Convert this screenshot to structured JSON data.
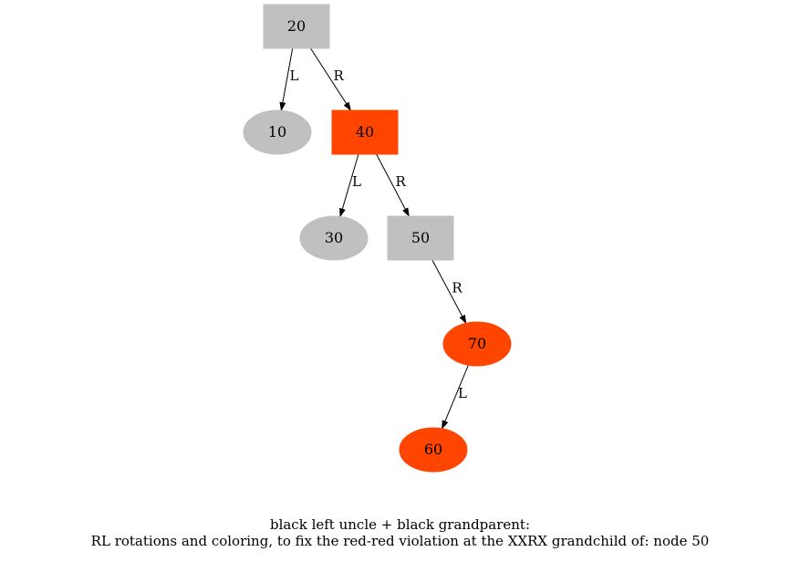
{
  "colors": {
    "black_node": "#c0c0c0",
    "red_node": "#ff4500",
    "edge": "#000000"
  },
  "nodes": [
    {
      "id": "20",
      "label": "20",
      "shape": "box",
      "color": "black_node"
    },
    {
      "id": "10",
      "label": "10",
      "shape": "ellipse",
      "color": "black_node"
    },
    {
      "id": "40",
      "label": "40",
      "shape": "box",
      "color": "red_node"
    },
    {
      "id": "30",
      "label": "30",
      "shape": "ellipse",
      "color": "black_node"
    },
    {
      "id": "50",
      "label": "50",
      "shape": "box",
      "color": "black_node"
    },
    {
      "id": "70",
      "label": "70",
      "shape": "ellipse",
      "color": "red_node"
    },
    {
      "id": "60",
      "label": "60",
      "shape": "ellipse",
      "color": "red_node"
    }
  ],
  "edges": [
    {
      "from": "20",
      "to": "10",
      "label": "L"
    },
    {
      "from": "20",
      "to": "40",
      "label": "R"
    },
    {
      "from": "40",
      "to": "30",
      "label": "L"
    },
    {
      "from": "40",
      "to": "50",
      "label": "R"
    },
    {
      "from": "50",
      "to": "70",
      "label": "R"
    },
    {
      "from": "70",
      "to": "60",
      "label": "L"
    }
  ],
  "caption": {
    "line1": "black left uncle + black grandparent:",
    "line2": "RL rotations and coloring, to fix the red-red violation at the XXRX grandchild of: node 50"
  }
}
